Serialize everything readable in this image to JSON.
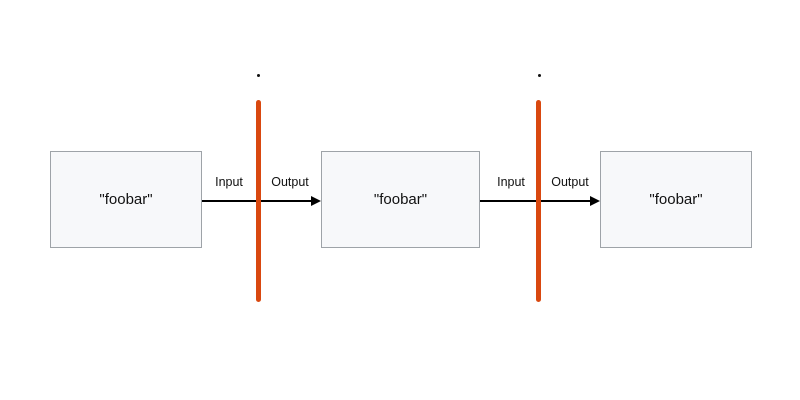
{
  "diagram": {
    "nodes": [
      {
        "label": "\"foobar\""
      },
      {
        "label": "\"foobar\""
      },
      {
        "label": "\"foobar\""
      }
    ],
    "connections": [
      {
        "input_label": "Input",
        "output_label": "Output"
      },
      {
        "input_label": "Input",
        "output_label": "Output"
      }
    ],
    "barriers": [
      {
        "dot": "."
      },
      {
        "dot": "."
      }
    ],
    "colors": {
      "barrier": "#D9480F",
      "node-fill": "#F7F8FA",
      "node-border": "#9EA3A8",
      "arrow": "#000000",
      "text": "#111111"
    }
  }
}
